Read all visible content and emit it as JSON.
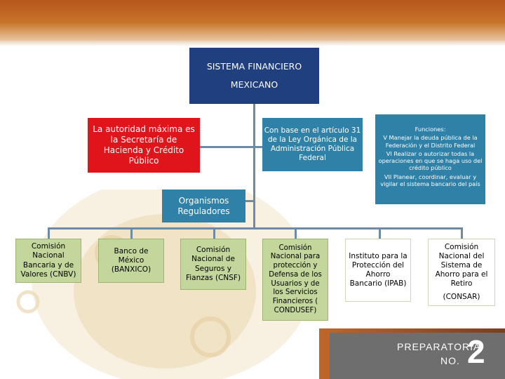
{
  "colors": {
    "header": "#1f3f7e",
    "authority": "#e0141b",
    "steel_blue": "#2f81a7",
    "green_box": "#c3d69b",
    "connector": "#6f8aa3",
    "footer_gray": "#6e6e6e"
  },
  "root": {
    "line1": "SISTEMA FINANCIERO",
    "line2": "MEXICANO"
  },
  "authority": "La autoridad máxima es la Secretaría de Hacienda y Crédito Público",
  "basis": "Con base en el artículo 31 de la Ley Orgánica de la Administración Pública Federal",
  "functions": {
    "title": "Funciones:",
    "items": [
      "V Manejar la deuda pública de la Federación y el Distrito Federal",
      "VI Realizar o autorizar todas la operaciones en que se haga uso del crédito público",
      "VII Planear, coordinar, evaluar y vigilar el sistema bancario del país"
    ]
  },
  "regulators": "Organismos Reguladores",
  "entities": [
    "Comisión Nacional Bancaria y de Valores (CNBV)",
    "Banco de México (BANXICO)",
    "Comisión Nacional de Seguros y Fianzas (CNSF)",
    "Comisión Nacional para protección y Defensa de los Usuarios y de los Servicios Financieros ( CONDUSEF)",
    "Instituto para la Protección del Ahorro Bancario (IPAB)",
    "Comisión Nacional del Sistema de Ahorro para el Retiro"
  ],
  "entity6_abbr": "(CONSAR)",
  "footer": {
    "line1": "PREPARATORIA",
    "line2": "NO.",
    "number": "2"
  }
}
